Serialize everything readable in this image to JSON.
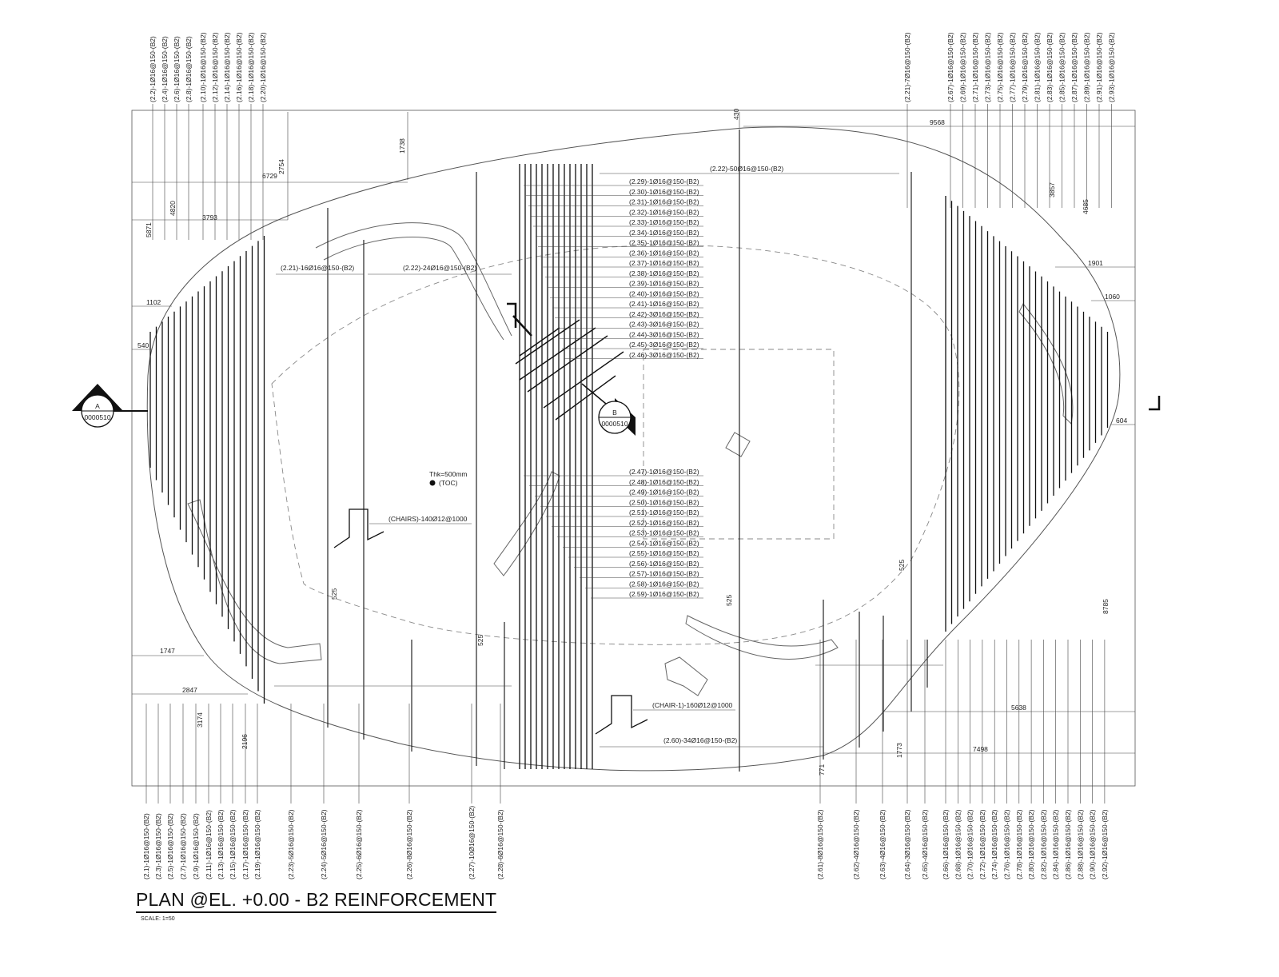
{
  "title": "PLAN @EL. +0.00 - B2 REINFORCEMENT",
  "scale": "SCALE: 1=50",
  "top_labels_left": [
    "(2.2)-1Ø16@150-(B2)",
    "(2.4)-1Ø16@150-(B2)",
    "(2.6)-1Ø16@150-(B2)",
    "(2.8)-1Ø16@150-(B2)",
    "(2.10)-1Ø16@150-(B2)",
    "(2.12)-1Ø16@150-(B2)",
    "(2.14)-1Ø16@150-(B2)",
    "(2.16)-1Ø16@150-(B2)",
    "(2.18)-1Ø16@150-(B2)",
    "(2.20)-1Ø16@150-(B2)"
  ],
  "top_labels_right": [
    "(2.21)-7Ø16@150-(B2)",
    "(2.67)-1Ø16@150-(B2)",
    "(2.69)-1Ø16@150-(B2)",
    "(2.71)-1Ø16@150-(B2)",
    "(2.73)-1Ø16@150-(B2)",
    "(2.75)-1Ø16@150-(B2)",
    "(2.77)-1Ø16@150-(B2)",
    "(2.79)-1Ø16@150-(B2)",
    "(2.81)-1Ø16@150-(B2)",
    "(2.83)-1Ø16@150-(B2)",
    "(2.85)-1Ø16@150-(B2)",
    "(2.87)-1Ø16@150-(B2)",
    "(2.89)-1Ø16@150-(B2)",
    "(2.91)-1Ø16@150-(B2)",
    "(2.93)-1Ø16@150-(B2)"
  ],
  "bottom_labels_left": [
    "(2.1)-1Ø16@150-(B2)",
    "(2.3)-1Ø16@150-(B2)",
    "(2.5)-1Ø16@150-(B2)",
    "(2.7)-1Ø16@150-(B2)",
    "(2.9)-1Ø16@150-(B2)",
    "(2.11)-1Ø16@150-(B2)",
    "(2.13)-1Ø16@150-(B2)",
    "(2.15)-1Ø16@150-(B2)",
    "(2.17)-1Ø16@150-(B2)",
    "(2.19)-1Ø16@150-(B2)",
    "(2.23)-5Ø16@150-(B2)",
    "(2.24)-5Ø16@150-(B2)",
    "(2.25)-6Ø16@150-(B2)",
    "(2.26)-8Ø16@150-(B2)",
    "(2.27)-10Ø16@150-(B2)",
    "(2.28)-6Ø16@150-(B2)"
  ],
  "bottom_labels_right": [
    "(2.61)-8Ø16@150-(B2)",
    "(2.62)-4Ø16@150-(B2)",
    "(2.63)-4Ø16@150-(B2)",
    "(2.64)-3Ø16@150-(B2)",
    "(2.65)-4Ø16@150-(B2)",
    "(2.66)-1Ø16@150-(B2)",
    "(2.68)-1Ø16@150-(B2)",
    "(2.70)-1Ø16@150-(B2)",
    "(2.72)-1Ø16@150-(B2)",
    "(2.74)-1Ø16@150-(B2)",
    "(2.76)-1Ø16@150-(B2)",
    "(2.78)-1Ø16@150-(B2)",
    "(2.80)-1Ø16@150-(B2)",
    "(2.82)-1Ø16@150-(B2)",
    "(2.84)-1Ø16@150-(B2)",
    "(2.86)-1Ø16@150-(B2)",
    "(2.88)-1Ø16@150-(B2)",
    "(2.90)-1Ø16@150-(B2)",
    "(2.92)-1Ø16@150-(B2)"
  ],
  "stack_upper": [
    "(2.29)-1Ø16@150-(B2)",
    "(2.30)-1Ø16@150-(B2)",
    "(2.31)-1Ø16@150-(B2)",
    "(2.32)-1Ø16@150-(B2)",
    "(2.33)-1Ø16@150-(B2)",
    "(2.34)-1Ø16@150-(B2)",
    "(2.35)-1Ø16@150-(B2)",
    "(2.36)-1Ø16@150-(B2)",
    "(2.37)-1Ø16@150-(B2)",
    "(2.38)-1Ø16@150-(B2)",
    "(2.39)-1Ø16@150-(B2)",
    "(2.40)-1Ø16@150-(B2)",
    "(2.41)-1Ø16@150-(B2)",
    "(2.42)-3Ø16@150-(B2)",
    "(2.43)-3Ø16@150-(B2)",
    "(2.44)-3Ø16@150-(B2)",
    "(2.45)-3Ø16@150-(B2)",
    "(2.46)-3Ø16@150-(B2)"
  ],
  "stack_lower": [
    "(2.47)-1Ø16@150-(B2)",
    "(2.48)-1Ø16@150-(B2)",
    "(2.49)-1Ø16@150-(B2)",
    "(2.50)-1Ø16@150-(B2)",
    "(2.51)-1Ø16@150-(B2)",
    "(2.52)-1Ø16@150-(B2)",
    "(2.53)-1Ø16@150-(B2)",
    "(2.54)-1Ø16@150-(B2)",
    "(2.55)-1Ø16@150-(B2)",
    "(2.56)-1Ø16@150-(B2)",
    "(2.57)-1Ø16@150-(B2)",
    "(2.58)-1Ø16@150-(B2)",
    "(2.59)-1Ø16@150-(B2)"
  ],
  "annotations": {
    "bar_2_22_50": "(2.22)-50Ø16@150-(B2)",
    "bar_2_21_16": "(2.21)-16Ø16@150-(B2)",
    "bar_2_22_24": "(2.22)-24Ø16@150-(B2)",
    "thickness": "Thk=500mm",
    "toc": "(TOC)",
    "chairs": "(CHAIRS)-140Ø12@1000",
    "chair1": "(CHAIR-1)-160Ø12@1000",
    "bar_2_60": "(2.60)-34Ø16@150-(B2)"
  },
  "dimensions": [
    "430",
    "9568",
    "1738",
    "2754",
    "6729",
    "4820",
    "3793",
    "5871",
    "3857",
    "4685",
    "1901",
    "1060",
    "1102",
    "540",
    "604",
    "525",
    "525",
    "525",
    "525",
    "1747",
    "2847",
    "3174",
    "2196",
    "5638",
    "7498",
    "1773",
    "771",
    "8785"
  ],
  "sections": [
    {
      "letter": "A",
      "ref": "0000510"
    },
    {
      "letter": "B",
      "ref": "0000510"
    }
  ]
}
